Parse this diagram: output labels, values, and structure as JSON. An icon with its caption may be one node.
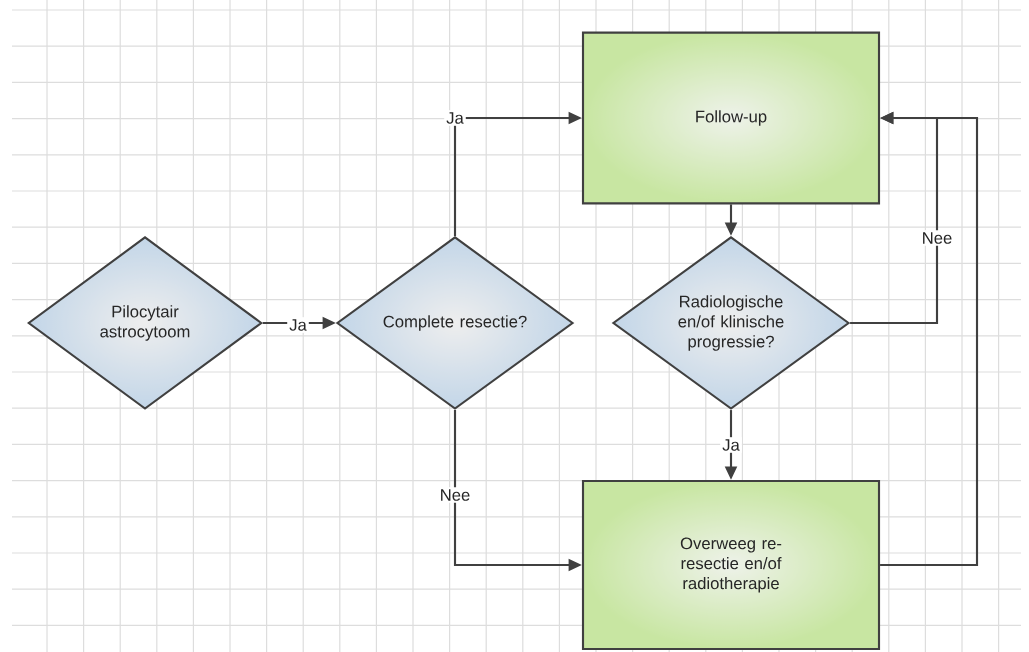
{
  "diagram": {
    "nodes": [
      {
        "text": [
          "Pilocytair astrocytoom"
        ]
      },
      {
        "text": [
          "Complete resectie?"
        ]
      },
      {
        "text": [
          "Follow-up"
        ]
      },
      {
        "text": [
          "Radiologische en/of klinische progressie?"
        ]
      },
      {
        "text": [
          "Overweeg re-resectie en/of radiotherapie"
        ]
      }
    ],
    "edges": [
      {
        "from": 0,
        "to": 1,
        "arrow": "to",
        "label": "Ja"
      },
      {
        "from": 1,
        "to": 2,
        "arrow": "to",
        "label": "Ja"
      },
      {
        "from": 1,
        "to": 4,
        "arrow": "to",
        "label": "Nee"
      },
      {
        "from": 2,
        "to": 3,
        "arrow": "to"
      },
      {
        "from": 3,
        "to": 4,
        "arrow": "to",
        "label": "Ja"
      },
      {
        "from": 3,
        "to": 2,
        "arrow": "to",
        "label": "Nee"
      },
      {
        "from": 4,
        "to": 2,
        "arrow": "to"
      }
    ]
  }
}
